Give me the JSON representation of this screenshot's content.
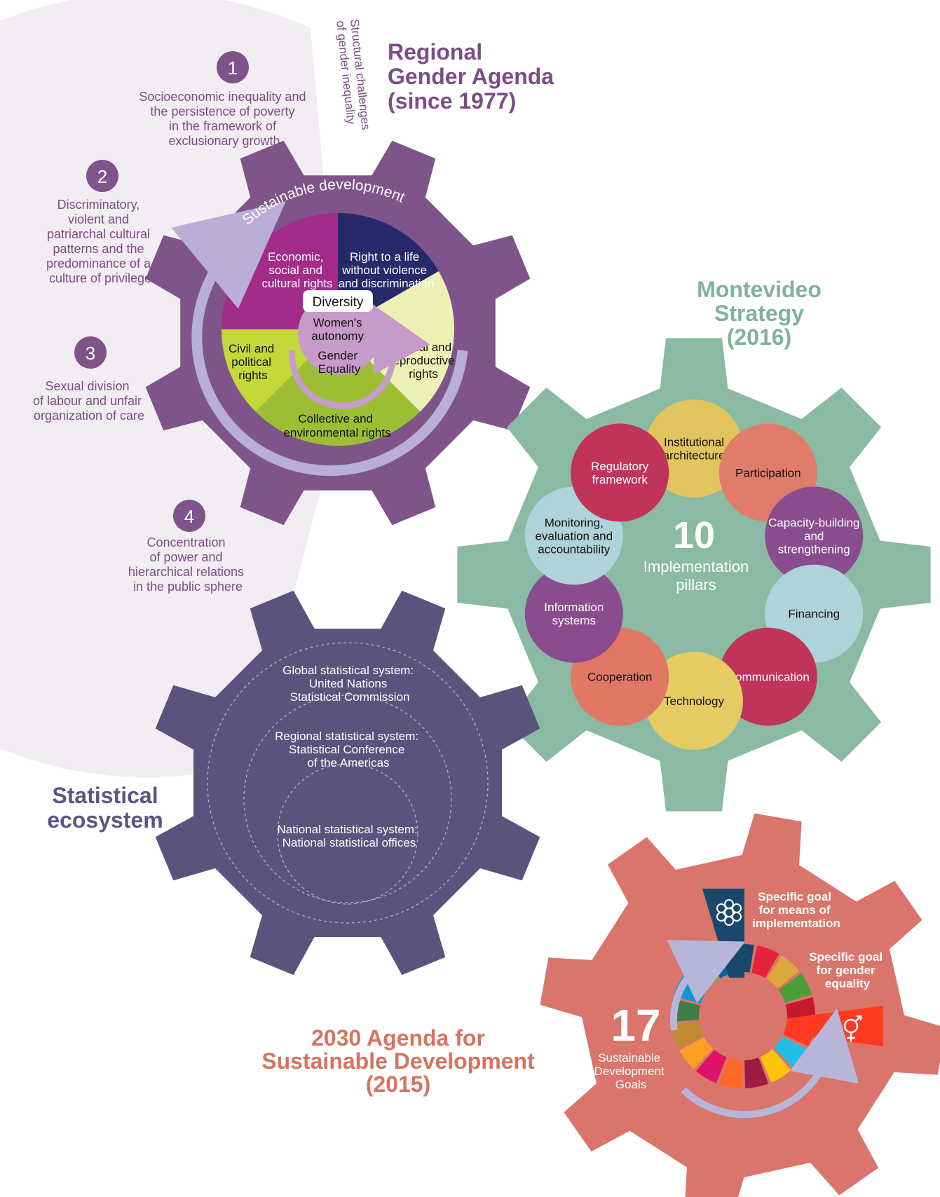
{
  "colors": {
    "purple": "#7E548A",
    "purple_text": "#7B4C88",
    "lilac_bg": "#F2EDF2",
    "green": "#8ABAA4",
    "green_text": "#7FB39A",
    "navy": "#5B537D",
    "navy_text": "#5A5585",
    "salmon": "#D9756B",
    "salmon_text": "#D8725F"
  },
  "regional_agenda": {
    "title": [
      "Regional",
      "Gender Agenda",
      "(since 1977)"
    ],
    "arc_label": [
      "Structural challenges",
      "of gender inequality"
    ],
    "challenges": [
      {
        "number": "1",
        "lines": [
          "Socioeconomic inequality and",
          "the persistence of poverty",
          "in the framework of",
          "exclusionary growth"
        ]
      },
      {
        "number": "2",
        "lines": [
          "Discriminatory,",
          "violent and",
          "patriarchal cultural",
          "patterns and the",
          "predominance of a",
          "culture of privilege"
        ]
      },
      {
        "number": "3",
        "lines": [
          "Sexual division",
          "of labour and unfair",
          "organization of care"
        ]
      },
      {
        "number": "4",
        "lines": [
          "Concentration",
          "of power and",
          "hierarchical relations",
          "in the public sphere"
        ]
      }
    ],
    "ring_label": "Sustainable development",
    "segments": [
      {
        "lines": [
          "Economic,",
          "social and",
          "cultural rights"
        ],
        "color": "#A32B8A"
      },
      {
        "lines": [
          "Right to a life",
          "without violence",
          "and discrimination"
        ],
        "color": "#262A6B"
      },
      {
        "lines": [
          "Sexual and",
          "reproductive",
          "rights"
        ],
        "color": "#EDF0B4"
      },
      {
        "lines": [
          "Collective and",
          "environmental rights"
        ],
        "color": "#9CBE35"
      },
      {
        "lines": [
          "Civil and",
          "political",
          "rights"
        ],
        "color": "#C3D93A"
      }
    ],
    "diversity": "Diversity",
    "center": [
      "Women's",
      "autonomy",
      "Gender",
      "Equality"
    ]
  },
  "montevideo": {
    "title": [
      "Montevideo",
      "Strategy",
      "(2016)"
    ],
    "count": "10",
    "count_label": [
      "Implementation",
      "pillars"
    ],
    "pillars": [
      {
        "lines": [
          "Institutional",
          "architecture"
        ],
        "color": "#E2C45E"
      },
      {
        "lines": [
          "Participation"
        ],
        "color": "#E07D6A"
      },
      {
        "lines": [
          "Capacity-building",
          "and",
          "strengthening"
        ],
        "color": "#8A4C8E"
      },
      {
        "lines": [
          "Financing"
        ],
        "color": "#AFD3DB"
      },
      {
        "lines": [
          "Communication"
        ],
        "color": "#C0345C"
      },
      {
        "lines": [
          "Technology"
        ],
        "color": "#E6CB62"
      },
      {
        "lines": [
          "Cooperation"
        ],
        "color": "#E17865"
      },
      {
        "lines": [
          "Information",
          "systems"
        ],
        "color": "#8A4C8E"
      },
      {
        "lines": [
          "Monitoring,",
          "evaluation and",
          "accountability"
        ],
        "color": "#AFD3DB"
      },
      {
        "lines": [
          "Regulatory",
          "framework"
        ],
        "color": "#C0345C"
      }
    ]
  },
  "statistical": {
    "title": [
      "Statistical",
      "ecosystem"
    ],
    "levels": [
      {
        "lines": [
          "Global statistical system:",
          "United Nations",
          "Statistical Commission"
        ]
      },
      {
        "lines": [
          "Regional statistical system:",
          "Statistical Conference",
          "of the Americas"
        ]
      },
      {
        "lines": [
          "National statistical system:",
          "National statistical offices"
        ]
      }
    ]
  },
  "agenda_2030": {
    "title": [
      "2030 Agenda for",
      "Sustainable Development",
      "(2015)"
    ],
    "count": "17",
    "count_label": [
      "Sustainable",
      "Development",
      "Goals"
    ],
    "goal_means": [
      "Specific goal",
      "for means of",
      "implementation"
    ],
    "goal_gender": [
      "Specific goal",
      "for gender",
      "equality"
    ],
    "sdg_colors": [
      "#E5243B",
      "#DDA63A",
      "#4C9F38",
      "#C5192D",
      "#FF3A21",
      "#26BDE2",
      "#FCC30B",
      "#A21942",
      "#FD6925",
      "#DD1367",
      "#FD9D24",
      "#BF8B2E",
      "#3F7E44",
      "#0A97D9",
      "#56C02B",
      "#00689D",
      "#19486A"
    ]
  }
}
